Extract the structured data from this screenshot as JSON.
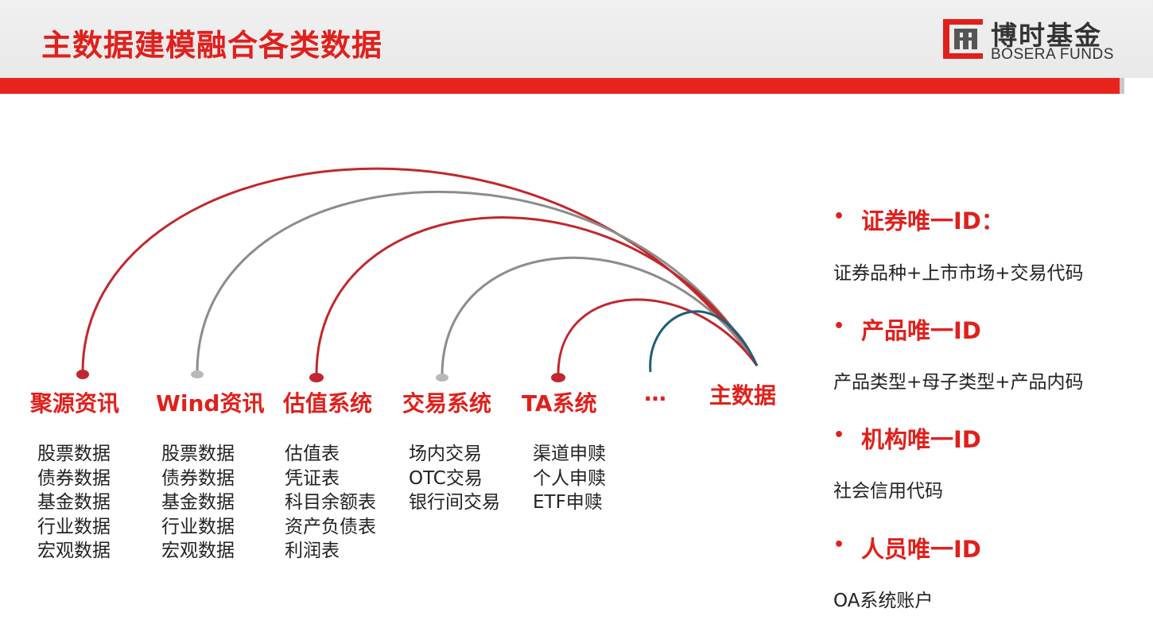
{
  "header": {
    "title": "主数据建模融合各类数据",
    "logo_cn": "博时基金",
    "logo_en": "BOSERA FUNDS"
  },
  "colors": {
    "accent_red": "#e0201c",
    "arc_red": "#c0272d",
    "arc_gray": "#8c8c8c",
    "arc_teal": "#1f5f78"
  },
  "sources": [
    {
      "label": "聚源资讯",
      "arc_color": "red",
      "items": [
        "股票数据",
        "债券数据",
        "基金数据",
        "行业数据",
        "宏观数据"
      ]
    },
    {
      "label": "Wind资讯",
      "arc_color": "gray",
      "items": [
        "股票数据",
        "债券数据",
        "基金数据",
        "行业数据",
        "宏观数据"
      ]
    },
    {
      "label": "估值系统",
      "arc_color": "red",
      "items": [
        "估值表",
        "凭证表",
        "科目余额表",
        "资产负债表",
        "利润表"
      ]
    },
    {
      "label": "交易系统",
      "arc_color": "gray",
      "items": [
        "场内交易",
        "OTC交易",
        "银行间交易"
      ]
    },
    {
      "label": "TA系统",
      "arc_color": "red",
      "items": [
        "渠道申赎",
        "个人申赎",
        "ETF申赎"
      ]
    },
    {
      "label": "…",
      "arc_color": "teal",
      "items": []
    }
  ],
  "target": {
    "label": "主数据"
  },
  "ids": [
    {
      "heading": "证券唯一ID：",
      "desc": "证券品种+上市市场+交易代码"
    },
    {
      "heading": "产品唯一ID",
      "desc": "产品类型+母子类型+产品内码"
    },
    {
      "heading": "机构唯一ID",
      "desc": "社会信用代码"
    },
    {
      "heading": "人员唯一ID",
      "desc": "OA系统账户"
    }
  ]
}
